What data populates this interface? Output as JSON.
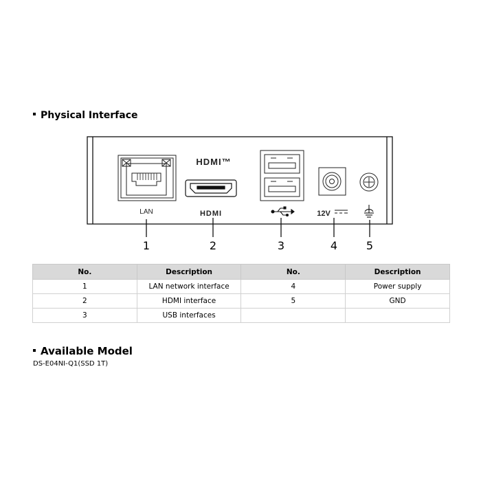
{
  "physical_interface": {
    "title": "Physical Interface",
    "port_labels": {
      "lan": "LAN",
      "hdmi_top": "HDMI™",
      "hdmi_bottom": "HDMI",
      "power": "12V"
    },
    "callouts": [
      "1",
      "2",
      "3",
      "4",
      "5"
    ]
  },
  "table": {
    "headers": [
      "No.",
      "Description",
      "No.",
      "Description"
    ],
    "rows": [
      [
        "1",
        "LAN network interface",
        "4",
        "Power supply"
      ],
      [
        "2",
        "HDMI interface",
        "5",
        "GND"
      ],
      [
        "3",
        "USB interfaces",
        "",
        ""
      ]
    ]
  },
  "available_model": {
    "title": "Available Model",
    "model": "DS-E04NI-Q1(SSD 1T)"
  }
}
